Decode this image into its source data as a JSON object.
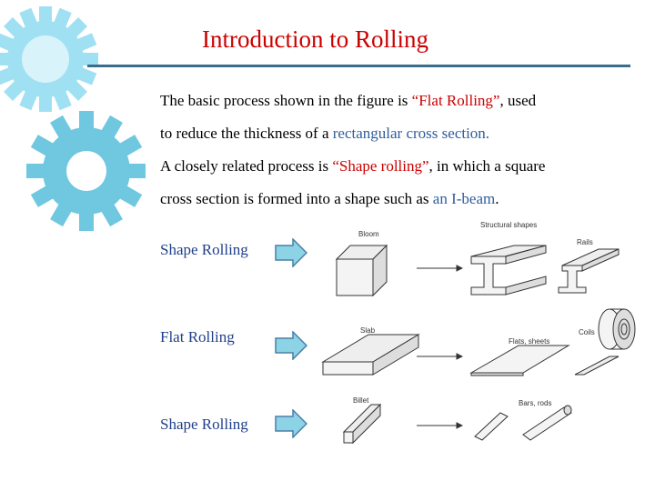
{
  "slide": {
    "title": "Introduction to Rolling",
    "para1": {
      "line1_a": "The basic process shown in the figure is ",
      "line1_b": "“Flat Rolling”",
      "line1_c": ", used",
      "line2_a": "to reduce the thickness of a ",
      "line2_b": "rectangular cross section."
    },
    "para2": {
      "line1_a": "A closely related process is ",
      "line1_b": "“Shape rolling”",
      "line1_c": ", in which a square",
      "line2_a": "cross section is formed into a shape such as ",
      "line2_b": "an I-beam",
      "line2_c": "."
    },
    "rows": [
      {
        "label": "Shape Rolling"
      },
      {
        "label": "Flat Rolling"
      },
      {
        "label": "Shape Rolling"
      }
    ],
    "figure_labels": {
      "bloom": "Bloom",
      "structural": "Structural shapes",
      "rails": "Rails",
      "slab": "Slab",
      "flats": "Flats, sheets",
      "coils": "Coils",
      "billet": "Billet",
      "bars": "Bars, rods"
    }
  },
  "colors": {
    "title": "#cc0000",
    "highlight_red": "#cc0000",
    "highlight_blue": "#2f5d9e",
    "label_blue": "#1f3f8a",
    "rule": "#3a6d8c",
    "gear": "#7fd0e8",
    "arrow_fill": "#8cd3e6",
    "arrow_stroke": "#4b7fa8"
  },
  "icons": [
    "gear-icon",
    "right-arrow-icon"
  ]
}
